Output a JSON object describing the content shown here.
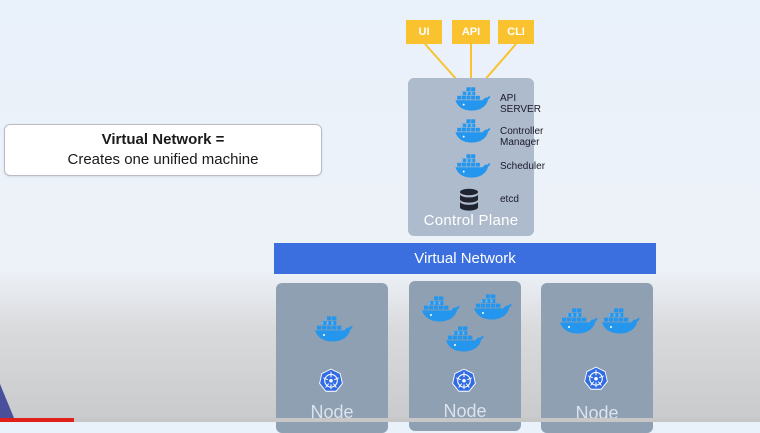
{
  "clients": [
    {
      "label": "UI"
    },
    {
      "label": "API"
    },
    {
      "label": "CLI"
    }
  ],
  "control_plane": {
    "title": "Control Plane",
    "components": [
      {
        "label": "API SERVER",
        "icon": "docker-whale-icon"
      },
      {
        "label": "Controller Manager",
        "icon": "docker-whale-icon"
      },
      {
        "label": "Scheduler",
        "icon": "docker-whale-icon"
      },
      {
        "label": "etcd",
        "icon": "database-icon"
      }
    ]
  },
  "callout": {
    "title": "Virtual Network =",
    "subtitle": "Creates one unified machine"
  },
  "virtual_network": {
    "label": "Virtual Network"
  },
  "nodes": [
    {
      "label": "Node",
      "containers": 1,
      "icon": "kubelet-icon"
    },
    {
      "label": "Node",
      "containers": 3,
      "icon": "kubelet-icon"
    },
    {
      "label": "Node",
      "containers": 2,
      "icon": "kubelet-icon"
    }
  ],
  "colors": {
    "client_box": "#f9c22e",
    "control_plane_bg": "#aebbcc",
    "node_bg": "#8fa0b2",
    "virtual_network": "#3b6fe0",
    "docker_blue": "#2496ed",
    "kubelet_blue": "#326ce5"
  }
}
